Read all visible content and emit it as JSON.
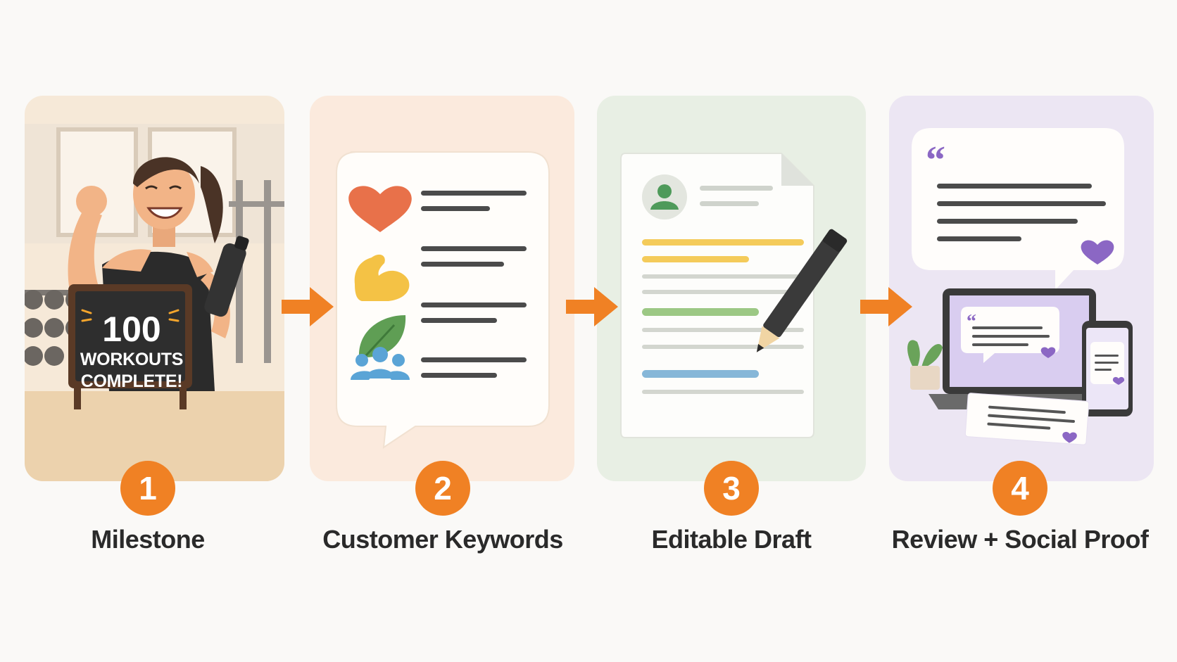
{
  "steps": [
    {
      "number": "1",
      "label": "Milestone"
    },
    {
      "number": "2",
      "label": "Customer Keywords"
    },
    {
      "number": "3",
      "label": "Editable Draft"
    },
    {
      "number": "4",
      "label": "Review + Social Proof"
    }
  ],
  "milestone_sign": {
    "number": "100",
    "line1": "WORKOUTS",
    "line2": "COMPLETE!"
  },
  "colors": {
    "accent": "#f08124",
    "card1": "#f6e9d8",
    "card2": "#fbeadd",
    "card3": "#e8efe4",
    "card4": "#ece6f3",
    "heart": "#e8714a",
    "muscle": "#f4c245",
    "leaf": "#5f9e54",
    "people": "#5aa4d6",
    "purple": "#8b67c4"
  },
  "icons": [
    "heart-icon",
    "flexed-arm-icon",
    "leaf-icon",
    "people-icon",
    "avatar-icon",
    "pencil-icon",
    "quote-icon",
    "plant-icon",
    "laptop-icon",
    "phone-icon"
  ]
}
